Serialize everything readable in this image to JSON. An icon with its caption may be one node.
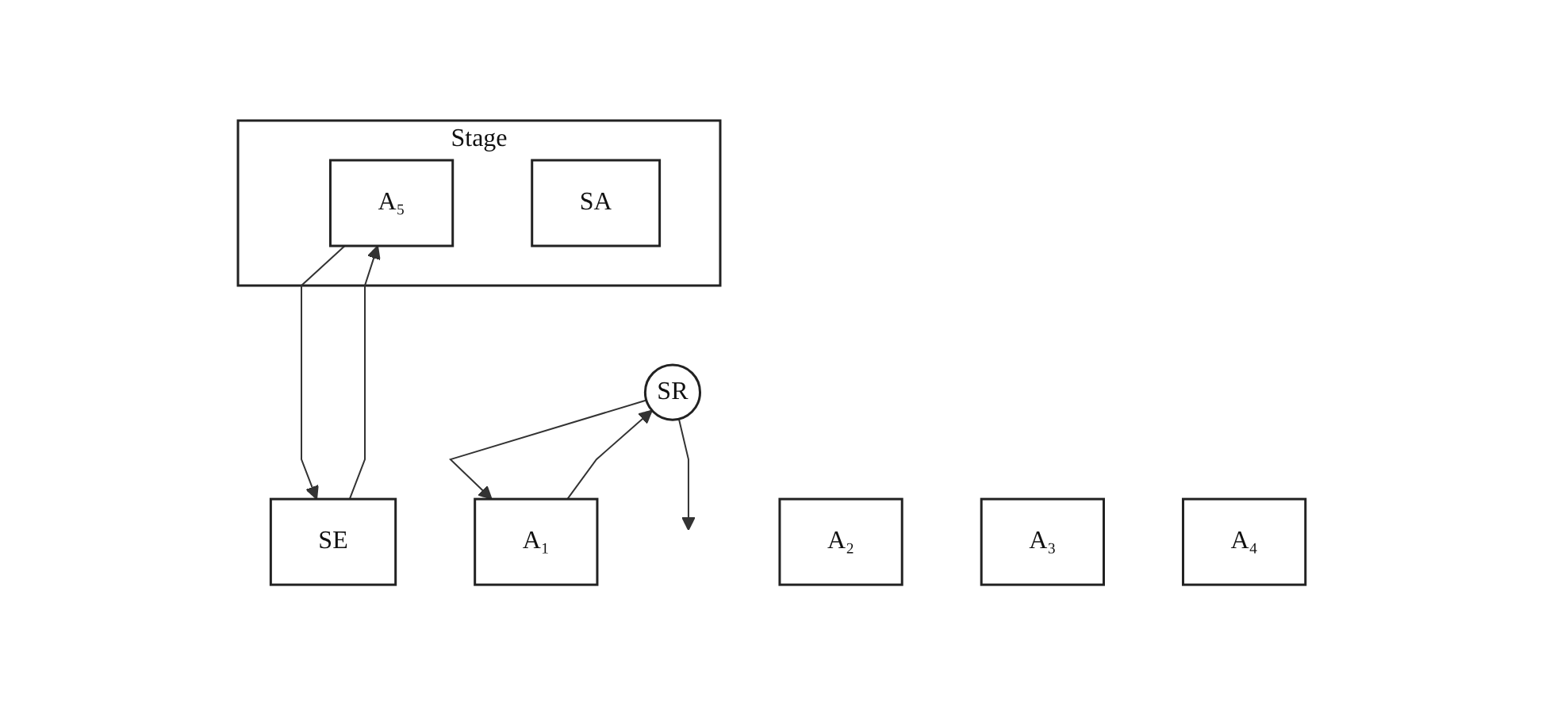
{
  "diagram": {
    "nodes": [
      {
        "text": [
          "Stage"
        ]
      },
      {
        "text": [
          "A₅"
        ],
        "in": 0
      },
      {
        "text": [
          "SA"
        ],
        "in": 0
      },
      {
        "text": [
          "SR"
        ]
      },
      {
        "text": [
          "A₁"
        ]
      },
      {
        "text": [
          "A₂"
        ]
      },
      {
        "text": [
          "A₃"
        ]
      },
      {
        "text": [
          "A₄"
        ]
      },
      {
        "text": [
          "SE"
        ]
      }
    ],
    "edges": [
      {
        "from": 1,
        "to": 8,
        "arrow": "to"
      },
      {
        "from": 8,
        "to": 1,
        "arrow": "to"
      },
      {
        "from": 4,
        "to": 3,
        "arrow": "to"
      },
      {
        "from": 3,
        "to": 4,
        "arrow": "to"
      },
      {
        "from": 3,
        "to": null,
        "arrow": "to"
      }
    ]
  }
}
